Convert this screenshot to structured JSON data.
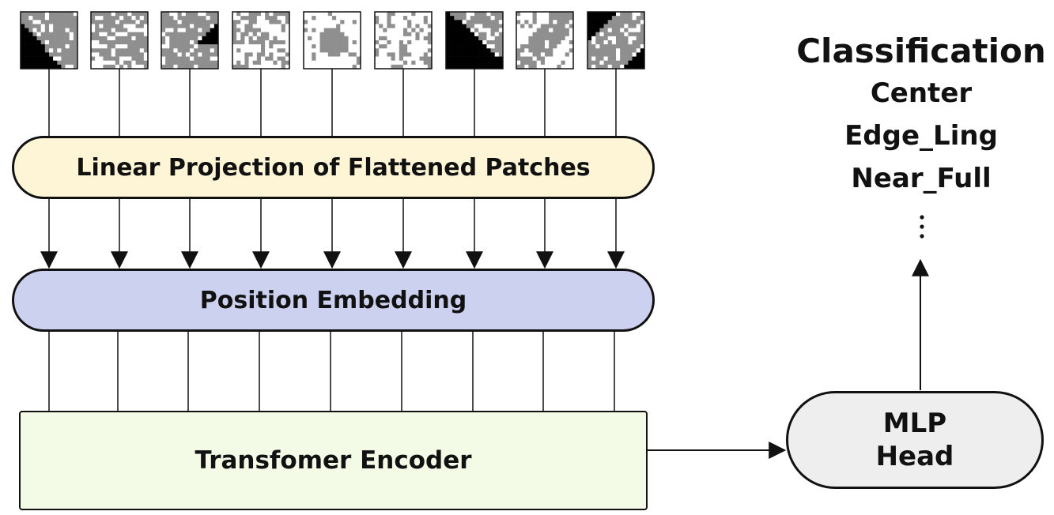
{
  "colors": {
    "stroke": "#111111",
    "linear_fill": "#FDF5D6",
    "position_fill": "#CDD1F0",
    "encoder_fill": "#F3FBE7",
    "mlp_fill": "#EEEEEE",
    "patch_dark": "#000000",
    "patch_gray": "#8F8F8F",
    "patch_light": "#FFFFFF"
  },
  "linear_projection": {
    "label": "Linear Projection of Flattened Patches"
  },
  "position_embedding": {
    "label": "Position Embedding"
  },
  "transformer_encoder": {
    "label": "Transfomer Encoder"
  },
  "mlp_head": {
    "line1": "MLP",
    "line2": "Head"
  },
  "classification": {
    "title": "Classification",
    "classes": [
      "Center",
      "Edge_Ling",
      "Near_Full"
    ]
  },
  "patches": [
    {
      "name": "patch-1",
      "pattern": "edge-top-left"
    },
    {
      "name": "patch-2",
      "pattern": "noise-dense"
    },
    {
      "name": "patch-3",
      "pattern": "edge-top-right"
    },
    {
      "name": "patch-4",
      "pattern": "noise-sparse"
    },
    {
      "name": "patch-5",
      "pattern": "center-blob"
    },
    {
      "name": "patch-6",
      "pattern": "noise-light"
    },
    {
      "name": "patch-7",
      "pattern": "edge-bottom-left"
    },
    {
      "name": "patch-8",
      "pattern": "diagonal"
    },
    {
      "name": "patch-9",
      "pattern": "diagonal-dark"
    }
  ]
}
